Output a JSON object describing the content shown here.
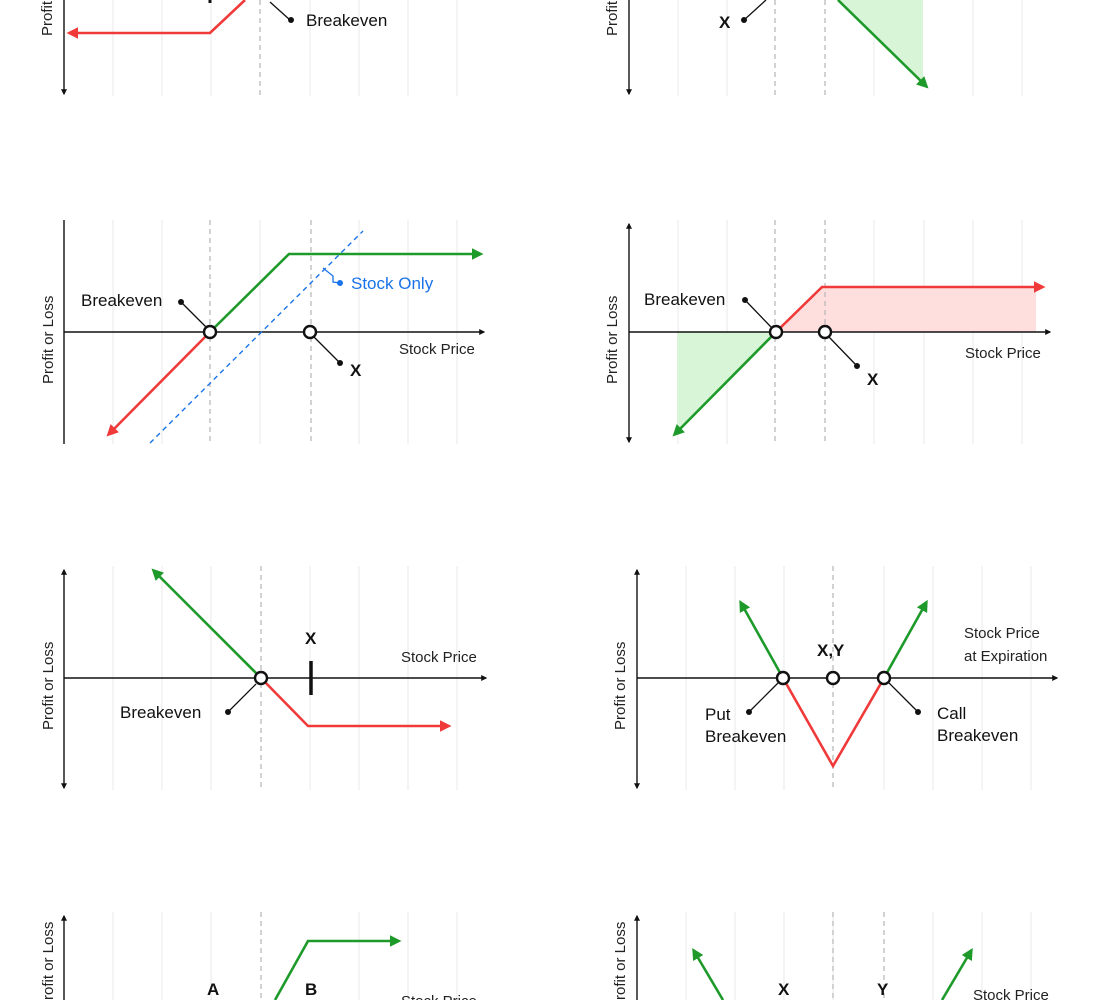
{
  "colors": {
    "profit": "#1d9a2a",
    "loss": "#f03a3a",
    "stock_only": "#1a73e8",
    "profit_fill": "#d8f5d8",
    "loss_fill": "#ffdede"
  },
  "axis_labels": {
    "profit_or_loss": "Profit or Loss",
    "stock_price": "Stock Price",
    "stock_price_at": "Stock Price",
    "at_expiration": "at Expiration"
  },
  "panel1": {
    "breakeven": "Breakeven"
  },
  "panel2": {
    "x": "X"
  },
  "panel3": {
    "breakeven": "Breakeven",
    "stock_only": "Stock Only",
    "x": "X"
  },
  "panel4": {
    "breakeven": "Breakeven",
    "x": "X"
  },
  "panel5": {
    "breakeven": "Breakeven",
    "x": "X"
  },
  "panel6": {
    "xy": "X,Y",
    "put": "Put",
    "put_be": "Breakeven",
    "call": "Call",
    "call_be": "Breakeven"
  },
  "panel7": {
    "a": "A",
    "b": "B"
  },
  "panel8": {
    "x": "X",
    "y": "Y"
  }
}
